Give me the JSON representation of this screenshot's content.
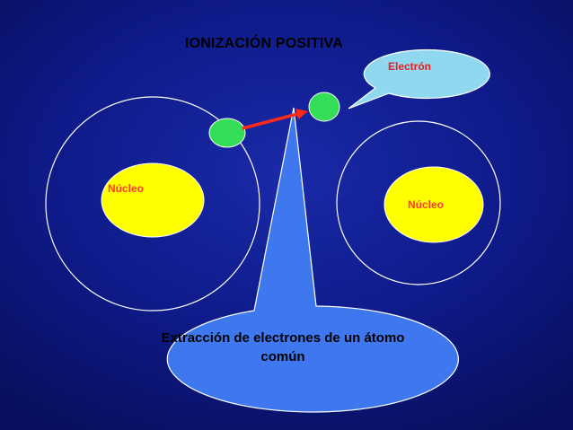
{
  "slide": {
    "title": "IONIZACIÓN POSITIVA",
    "left_atom": {
      "nucleus_label": "Núcleo"
    },
    "right_atom": {
      "nucleus_label": "Núcleo"
    },
    "electron_callout": {
      "label": "Electrón"
    },
    "bottom_callout": {
      "text": "Extracción de electrones de un átomo común"
    }
  },
  "colors": {
    "background": "#0e1a88",
    "nucleus": "#ffff00",
    "electron": "#33dd55",
    "arrow": "#ff2a1a",
    "electron_callout_fill": "#8fd8f0",
    "bottom_callout_fill": "#3f78ee",
    "label_text": "#ff3b2a",
    "orbit": "#ffffff"
  }
}
